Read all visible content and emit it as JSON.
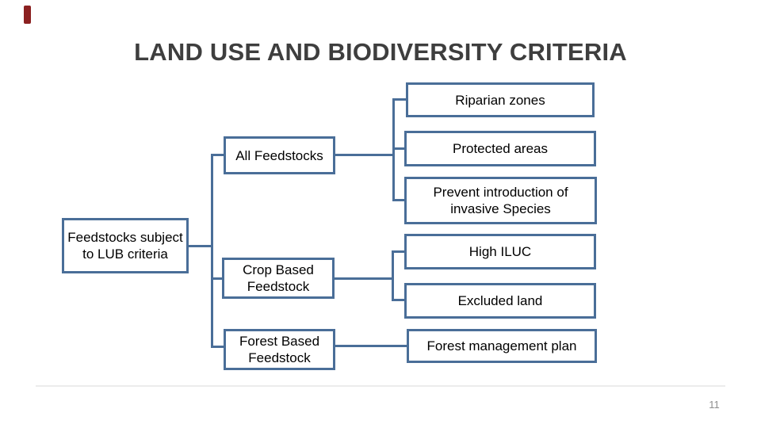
{
  "slide": {
    "title": "LAND USE AND BIODIVERSITY CRITERIA",
    "page_number": "11",
    "accent_color": "#8b2020",
    "line_color": "#4a6e98",
    "title_color": "#3e3e3e"
  },
  "diagram": {
    "root": {
      "label": "Feedstocks subject to LUB criteria"
    },
    "level2": [
      {
        "label": "All Feedstocks"
      },
      {
        "label": "Crop Based Feedstock"
      },
      {
        "label": "Forest Based Feedstock"
      }
    ],
    "level3": [
      {
        "label": "Riparian zones"
      },
      {
        "label": "Protected areas"
      },
      {
        "label": "Prevent introduction of invasive Species"
      },
      {
        "label": "High ILUC"
      },
      {
        "label": "Excluded land"
      },
      {
        "label": "Forest management plan"
      }
    ]
  }
}
